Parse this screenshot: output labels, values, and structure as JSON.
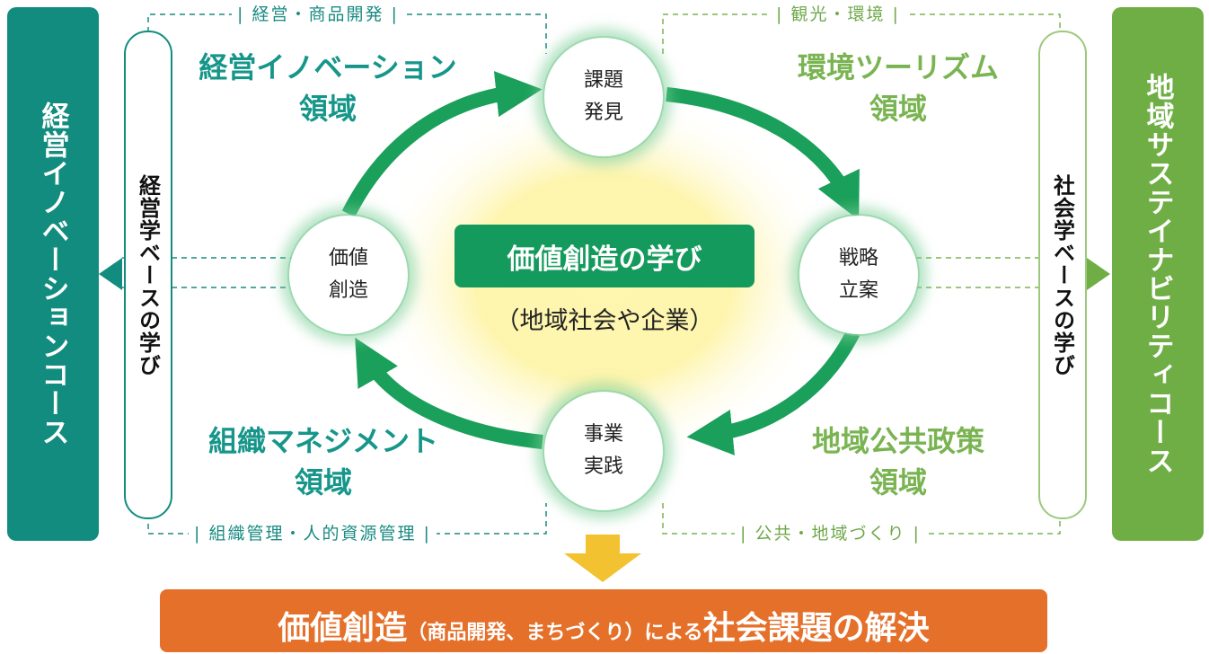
{
  "courses": {
    "left": "経営イノベーションコース",
    "right": "地域サステイナビリティコース"
  },
  "bases": {
    "left": "経営学ベースの学び",
    "right": "社会学ベースの学び"
  },
  "tags": {
    "top_left": "経営・商品開発",
    "top_right": "観光・環境",
    "bottom_left": "組織管理・人的資源管理",
    "bottom_right": "公共・地域づくり"
  },
  "domains": {
    "top_left": {
      "line1": "経営イノベーション",
      "line2": "領域"
    },
    "top_right": {
      "line1": "環境ツーリズム",
      "line2": "領域"
    },
    "bottom_left": {
      "line1": "組織マネジメント",
      "line2": "領域"
    },
    "bottom_right": {
      "line1": "地域公共政策",
      "line2": "領域"
    }
  },
  "cycle": {
    "top": "課題\n発見",
    "right": "戦略\n立案",
    "bottom": "事業\n実践",
    "left": "価値\n創造"
  },
  "center": {
    "title": "価値創造の学び",
    "subtitle": "（地域社会や企業）"
  },
  "banner": {
    "part1": "価値創造",
    "part2": "（商品開発、まちづくり）",
    "part3": "による",
    "part4": "社会課題の解決"
  },
  "colors": {
    "teal": "#128c7e",
    "green": "#6fae45",
    "cycle_arrow": "#1aa05a",
    "orange": "#e5702a",
    "down_arrow": "#f2c230",
    "glow": "#fff3a0"
  }
}
